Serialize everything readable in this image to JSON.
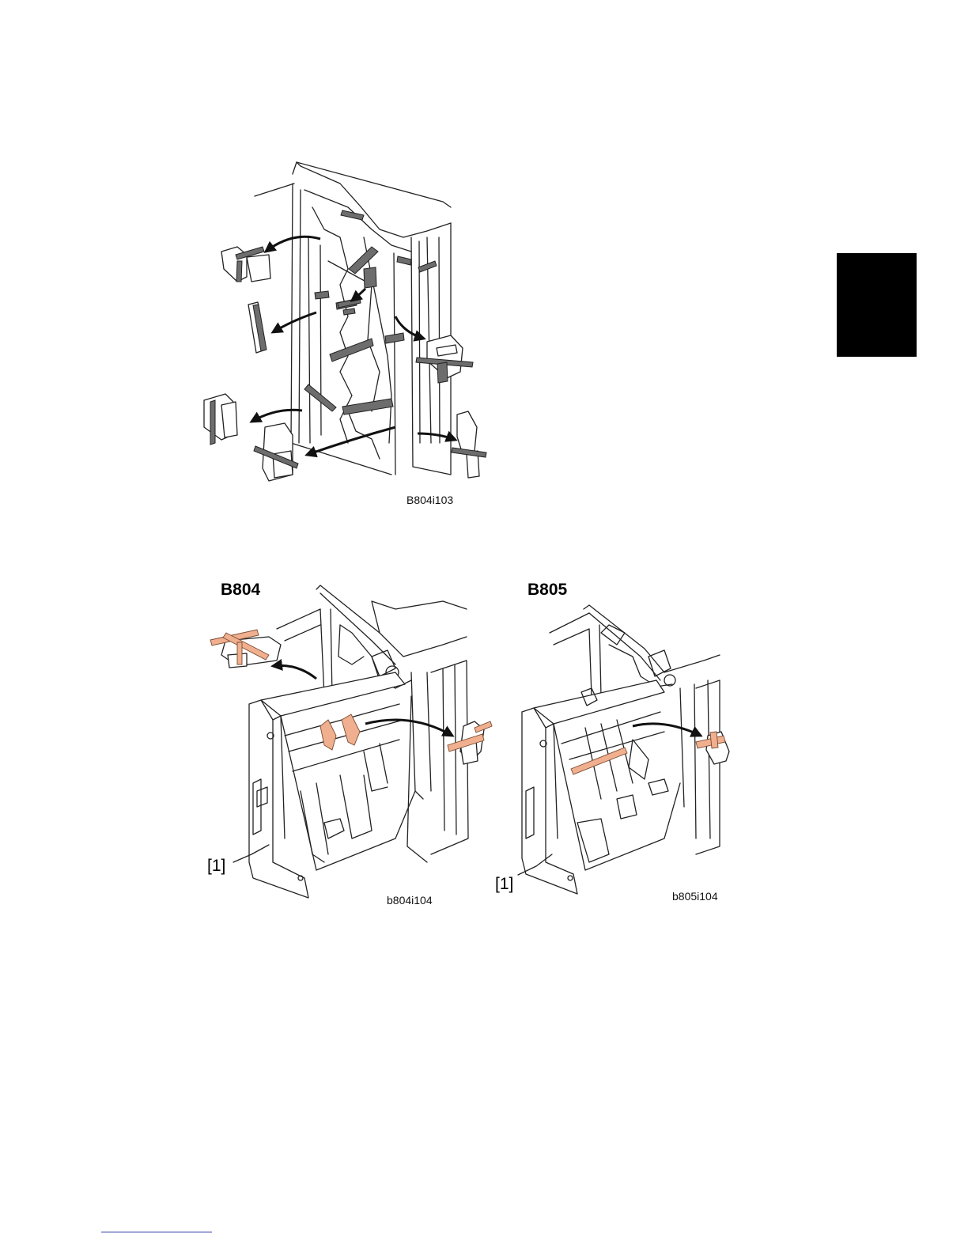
{
  "side_tab": {
    "color": "#000000"
  },
  "figures": [
    {
      "id": "fig-top",
      "code": "B804i103",
      "tape_color": "#6d6d6d"
    },
    {
      "id": "fig-b804",
      "model": "B804",
      "code": "b804i104",
      "callout": "[1]",
      "tape_color": "#f0b08f"
    },
    {
      "id": "fig-b805",
      "model": "B805",
      "code": "b805i104",
      "callout": "[1]",
      "tape_color": "#f0b08f"
    }
  ],
  "footer": {
    "rule_color": "#2a3aa8"
  }
}
